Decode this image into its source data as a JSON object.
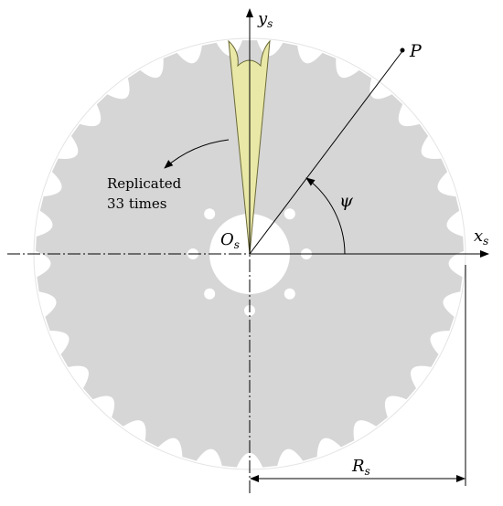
{
  "figure": {
    "labels": {
      "y_axis": "y",
      "y_axis_sub": "s",
      "x_axis": "x",
      "x_axis_sub": "s",
      "origin": "O",
      "origin_sub": "s",
      "point": "P",
      "angle": "ψ",
      "radius": "R",
      "radius_sub": "s"
    },
    "annotation": {
      "line1": "Replicated",
      "line2": "33 times"
    },
    "sprocket": {
      "teeth": 33,
      "bolt_holes": 8
    },
    "colors": {
      "body": "#d6d6d6",
      "tooth_highlight": "#e9e8a6",
      "tooth_stroke": "#6b6a3a",
      "line": "#000000",
      "background": "#ffffff"
    }
  }
}
